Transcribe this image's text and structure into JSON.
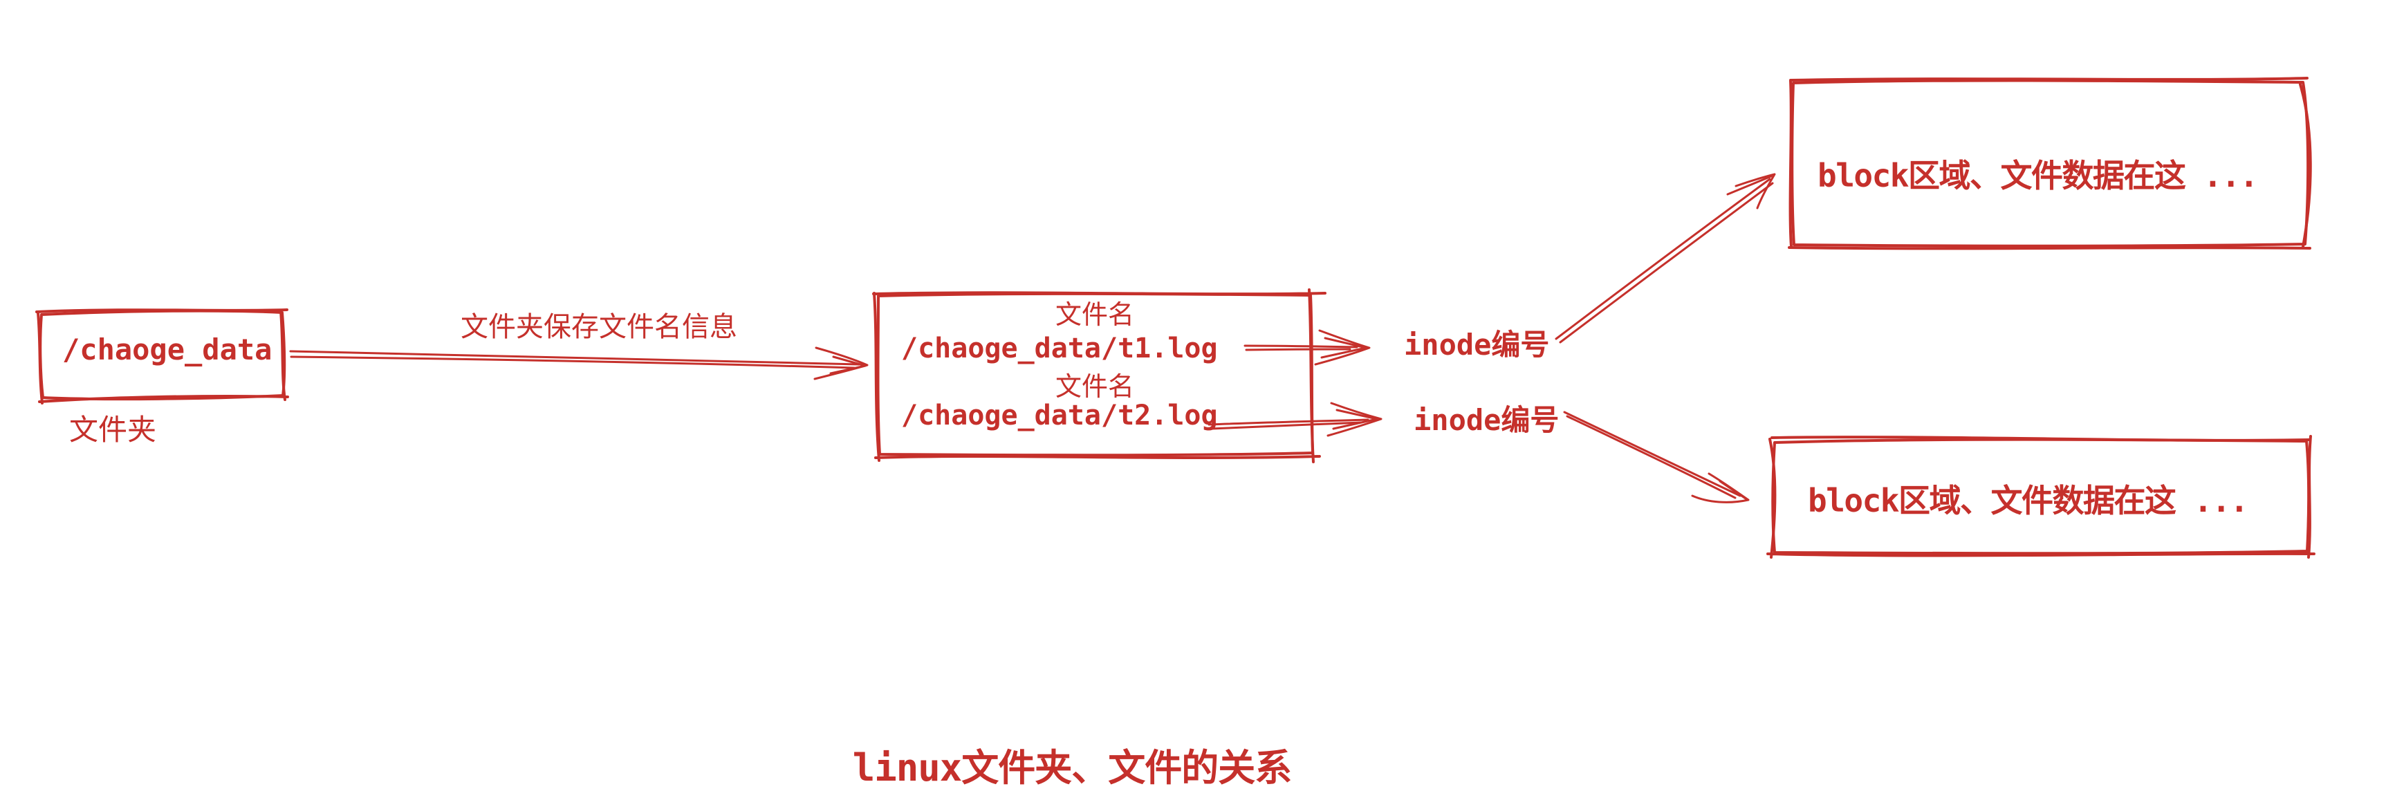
{
  "diagram": {
    "accent_color": "#c5302b",
    "title": "linux文件夹、文件的关系",
    "folder_box": {
      "label": "/chaoge_data",
      "caption": "文件夹"
    },
    "folder_to_files_arrow_label": "文件夹保存文件名信息",
    "files_box": {
      "entries": [
        {
          "header": "文件名",
          "path": "/chaoge_data/t1.log"
        },
        {
          "header": "文件名",
          "path": "/chaoge_data/t2.log"
        }
      ]
    },
    "inode_labels": [
      "inode编号",
      "inode编号"
    ],
    "block_boxes": [
      {
        "label": "block区域、文件数据在这 ..."
      },
      {
        "label": "block区域、文件数据在这 ..."
      }
    ]
  }
}
